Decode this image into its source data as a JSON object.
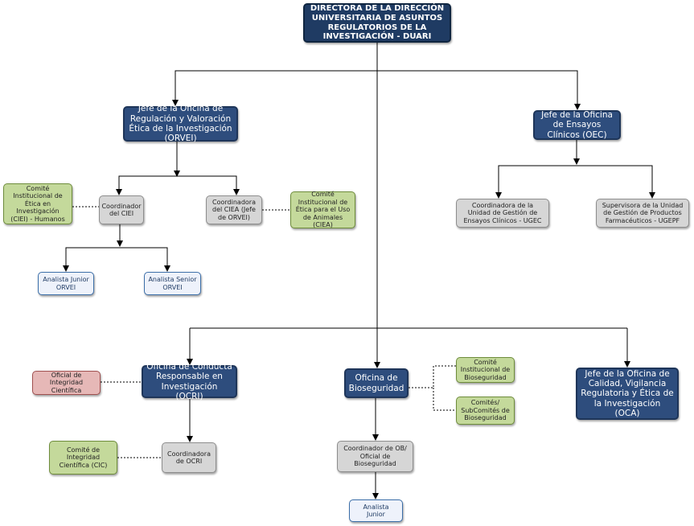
{
  "nodes": {
    "duari": "DIRECTORA DE LA DIRECCIÓN UNIVERSITARIA DE ASUNTOS REGULATORIOS DE LA INVESTIGACIÓN - DUARI",
    "orvei": "Jefe de la Oficina de Regulación y Valoración Ética de la Investigación (ORVEI)",
    "oec": "Jefe de la Oficina de Ensayos Clínicos (OEC)",
    "ciei_committee": "Comité Institucional de Ética en Investigación  (CIEI) - Humanos",
    "coord_ciei": "Coordinador del CIEI",
    "coord_ciea": "Coordinadora del CIEA (Jefe de ORVEI)",
    "ciea_committee": "Comité Institucional de Ética para el Uso de Animales (CIEA)",
    "ugec": "Coordinadora de la Unidad de Gestión de Ensayos Clínicos - UGEC",
    "ugepf": "Supervisora de la Unidad de Gestión de Productos Farmacéuticos - UGEPF",
    "analista_junior_orvei": "Analista Junior ORVEI",
    "analista_senior_orvei": "Analista Senior ORVEI",
    "oficial_integridad": "Oficial de Integridad Científica",
    "ocri": "Oficina de Conducta Responsable en Investigación (OCRI)",
    "bioseguridad": "Oficina de Bioseguridad",
    "comite_bioseguridad": "Comité Institucional de Bioseguridad",
    "subcomites_bioseguridad": "Comités/ SubComités de Bioseguridad",
    "oca": "Jefe de la Oficina de Calidad, Vigilancia Regulatoria y Ética de la Investigación (OCA)",
    "cic": "Comité de Integridad Científica (CIC)",
    "coord_ocri": "Coordinadora de OCRI",
    "coord_ob": "Coordinador de OB/ Oficial de Bioseguridad",
    "analista_junior_ob": "Analista Junior"
  }
}
